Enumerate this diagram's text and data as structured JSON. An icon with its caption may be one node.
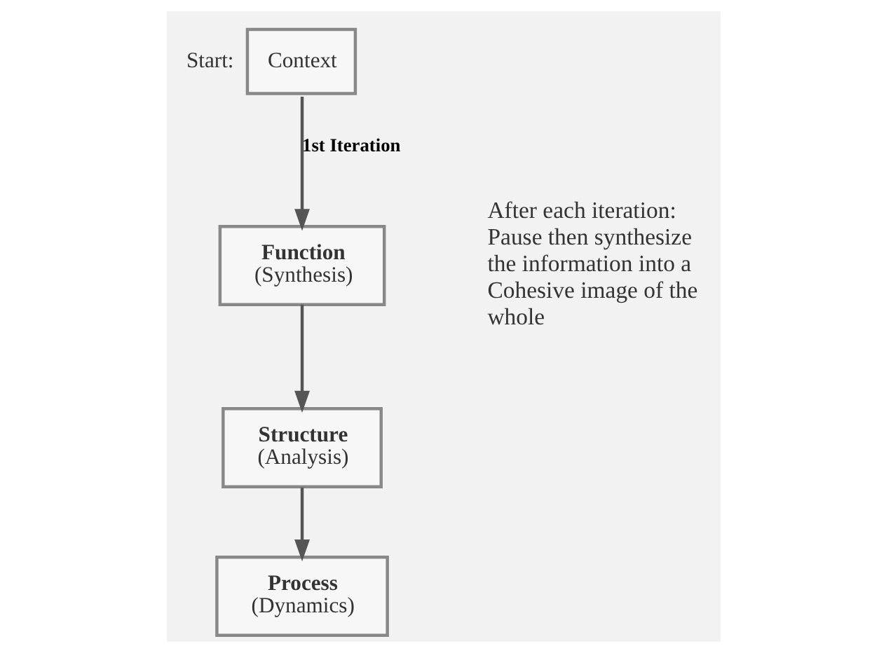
{
  "diagram": {
    "nodes": [
      {
        "text": [
          "Context"
        ],
        "beside": [
          "Start:"
        ]
      },
      {
        "text": [
          "Function",
          "(Synthesis)"
        ]
      },
      {
        "text": [
          "Structure",
          "(Analysis)"
        ]
      },
      {
        "text": [
          "Process",
          "(Dynamics)"
        ]
      }
    ],
    "edges": [
      {
        "from": 0,
        "to": 1,
        "arrow": "to",
        "label": "1st Iteration"
      },
      {
        "from": 1,
        "to": 2,
        "arrow": "to"
      },
      {
        "from": 2,
        "to": 3,
        "arrow": "to"
      }
    ],
    "labels": [
      "After each iteration: Pause then synthesize the information into a Cohesive image of the whole"
    ]
  }
}
